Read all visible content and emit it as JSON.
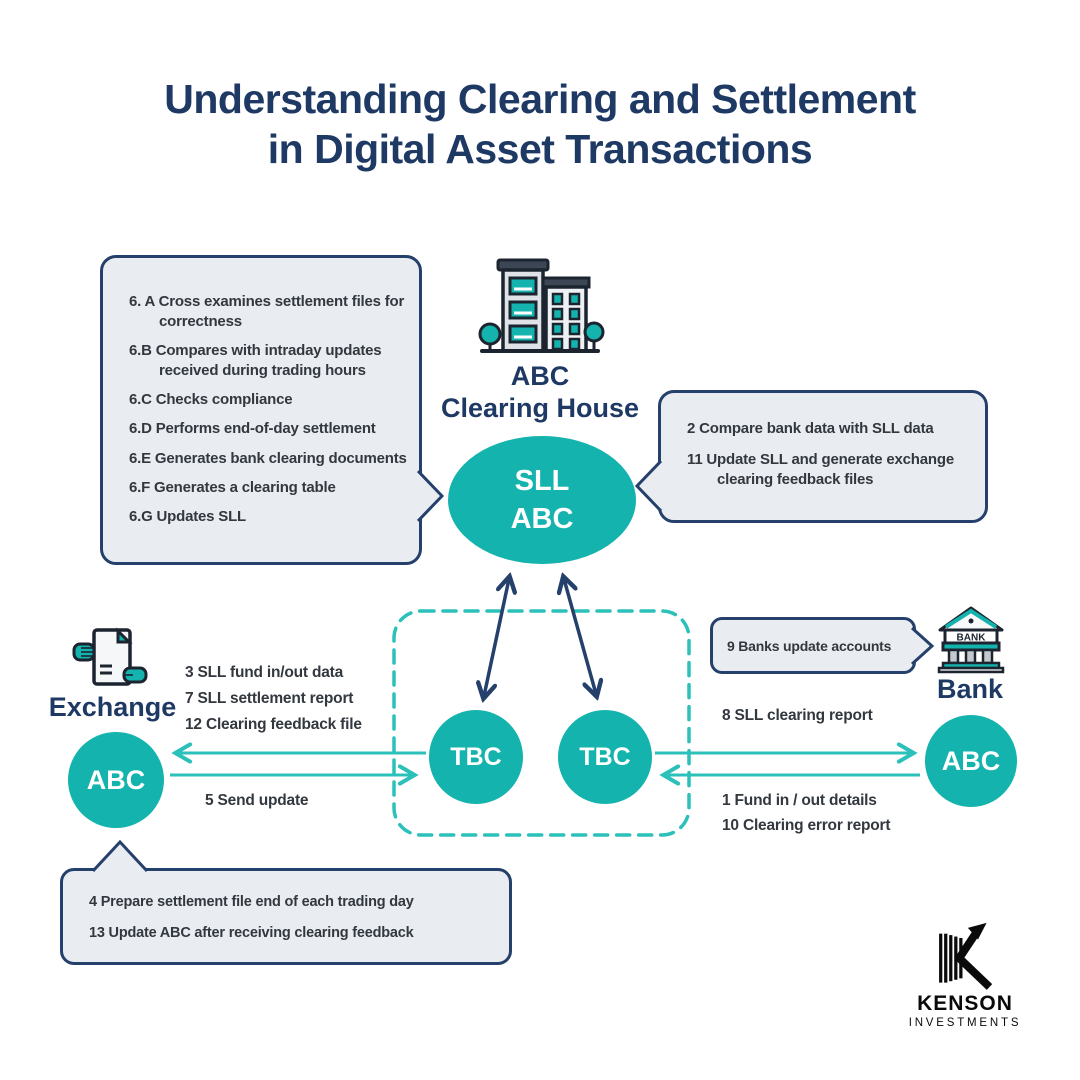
{
  "title": {
    "line1": "Understanding Clearing and Settlement",
    "line2": "in Digital Asset Transactions"
  },
  "clearing_house": {
    "name_line1": "ABC",
    "name_line2": "Clearing House",
    "ellipse_line1": "SLL",
    "ellipse_line2": "ABC"
  },
  "tbc": {
    "left": "TBC",
    "right": "TBC"
  },
  "exchange": {
    "label": "Exchange",
    "circle": "ABC"
  },
  "bank": {
    "label": "Bank",
    "circle": "ABC",
    "icon_text": "BANK"
  },
  "callout_process": {
    "items": [
      "6. A Cross examines settlement files for correctness",
      "6.B Compares with intraday updates received during trading hours",
      "6.C Checks compliance",
      "6.D Performs end-of-day settlement",
      "6.E Generates bank clearing documents",
      "6.F Generates a clearing table",
      "6.G Updates SLL"
    ]
  },
  "callout_sll": {
    "items": [
      "2 Compare bank data with SLL data",
      "11 Update SLL and generate exchange clearing feedback files"
    ]
  },
  "callout_bank": {
    "text": "9 Banks update accounts"
  },
  "callout_exchange": {
    "items": [
      "4 Prepare settlement file end of each trading day",
      "13 Update ABC after receiving clearing feedback"
    ]
  },
  "flows": {
    "to_tbc_from_exchange_1": "3 SLL fund in/out data",
    "to_tbc_from_exchange_2": "7 SLL settlement report",
    "to_tbc_from_exchange_3": "12 Clearing feedback file",
    "exchange_send": "5 Send update",
    "to_bank": "8 SLL clearing report",
    "from_bank_1": "1 Fund in / out details",
    "from_bank_2": "10 Clearing error report"
  },
  "logo": {
    "name": "KENSON",
    "sub": "INVESTMENTS"
  },
  "colors": {
    "navy": "#1e3a64",
    "teal": "#15b3ad",
    "teal_light": "#2bc0ba",
    "callout_bg": "#e9edf2",
    "callout_border": "#24406b",
    "text_dark": "#33383f",
    "background": "#ffffff"
  }
}
